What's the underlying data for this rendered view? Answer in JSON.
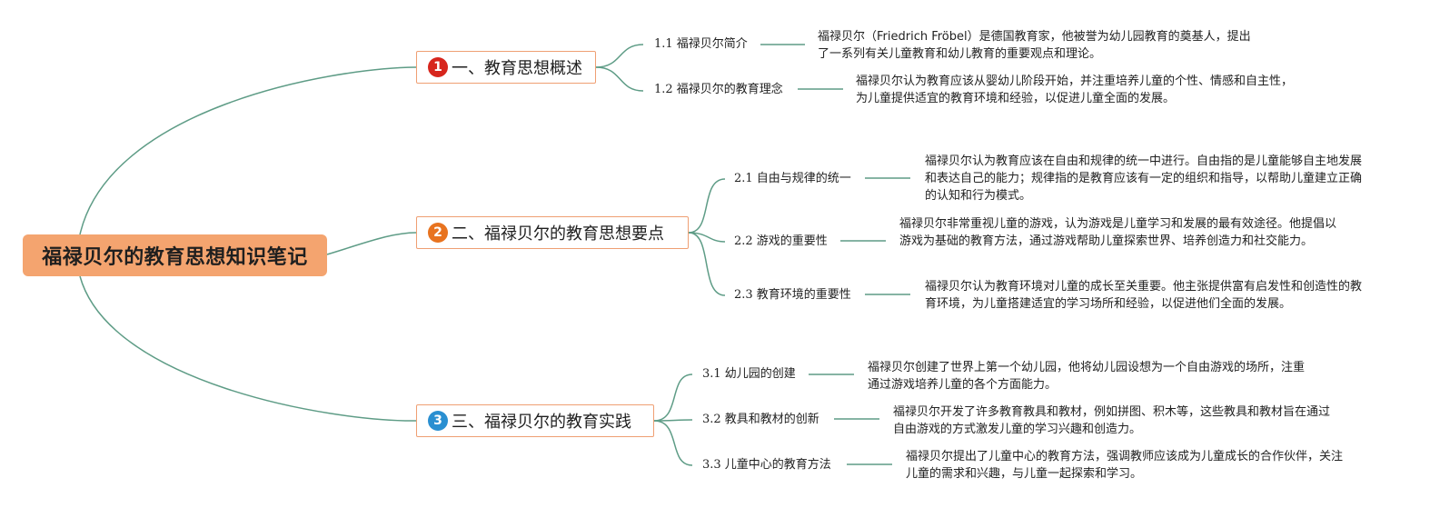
{
  "colors": {
    "root_fill": "#f4a46f",
    "branch_border": "#ef9f73",
    "connector": "#5e9c86",
    "badge_1": "#d7261d",
    "badge_2": "#e8731f",
    "badge_3": "#2a8fd1"
  },
  "root": {
    "title": "福禄贝尔的教育思想知识笔记"
  },
  "branches": [
    {
      "badge": "1",
      "title": "一、教育思想概述",
      "items": [
        {
          "label": "1.1 福禄贝尔简介",
          "text": "福禄贝尔（Friedrich Fröbel）是德国教育家，他被誉为幼儿园教育的奠基人，提出了一系列有关儿童教育和幼儿教育的重要观点和理论。"
        },
        {
          "label": "1.2 福禄贝尔的教育理念",
          "text": "福禄贝尔认为教育应该从婴幼儿阶段开始，并注重培养儿童的个性、情感和自主性，为儿童提供适宜的教育环境和经验，以促进儿童全面的发展。"
        }
      ]
    },
    {
      "badge": "2",
      "title": "二、福禄贝尔的教育思想要点",
      "items": [
        {
          "label": "2.1 自由与规律的统一",
          "text": "福禄贝尔认为教育应该在自由和规律的统一中进行。自由指的是儿童能够自主地发展和表达自己的能力；规律指的是教育应该有一定的组织和指导，以帮助儿童建立正确的认知和行为模式。"
        },
        {
          "label": "2.2 游戏的重要性",
          "text": "福禄贝尔非常重视儿童的游戏，认为游戏是儿童学习和发展的最有效途径。他提倡以游戏为基础的教育方法，通过游戏帮助儿童探索世界、培养创造力和社交能力。"
        },
        {
          "label": "2.3 教育环境的重要性",
          "text": "福禄贝尔认为教育环境对儿童的成长至关重要。他主张提供富有启发性和创造性的教育环境，为儿童搭建适宜的学习场所和经验，以促进他们全面的发展。"
        }
      ]
    },
    {
      "badge": "3",
      "title": "三、福禄贝尔的教育实践",
      "items": [
        {
          "label": "3.1 幼儿园的创建",
          "text": "福禄贝尔创建了世界上第一个幼儿园，他将幼儿园设想为一个自由游戏的场所，注重通过游戏培养儿童的各个方面能力。"
        },
        {
          "label": "3.2 教具和教材的创新",
          "text": "福禄贝尔开发了许多教育教具和教材，例如拼图、积木等，这些教具和教材旨在通过自由游戏的方式激发儿童的学习兴趣和创造力。"
        },
        {
          "label": "3.3 儿童中心的教育方法",
          "text": "福禄贝尔提出了儿童中心的教育方法，强调教师应该成为儿童成长的合作伙伴，关注儿童的需求和兴趣，与儿童一起探索和学习。"
        }
      ]
    }
  ]
}
